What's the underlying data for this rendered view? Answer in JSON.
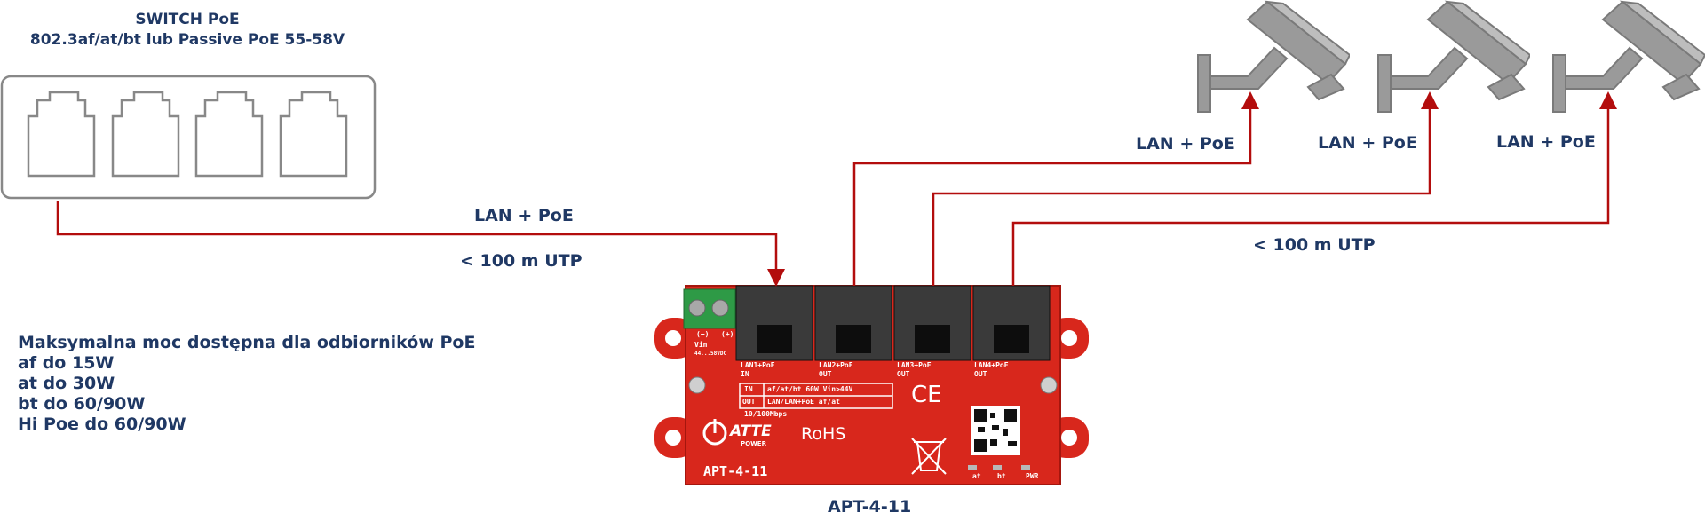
{
  "switch": {
    "title": "SWITCH PoE",
    "subtitle": "802.3af/at/bt lub Passive PoE 55-58V"
  },
  "links": {
    "input_label": "LAN + PoE",
    "input_distance": "< 100 m UTP",
    "camera_label": "LAN + PoE",
    "output_distance": "< 100 m UTP"
  },
  "power_info": {
    "heading": "Maksymalna moc dostępna dla odbiorników PoE",
    "lines": [
      "af do 15W",
      "at do 30W",
      "bt do 60/90W",
      "Hi Poe do 60/90W"
    ]
  },
  "device": {
    "name": "APT-4-11",
    "board_model": "APT-4-11",
    "ports": [
      {
        "label": "LAN1+PoE",
        "dir": "IN"
      },
      {
        "label": "LAN2+PoE",
        "dir": "OUT"
      },
      {
        "label": "LAN3+PoE",
        "dir": "OUT"
      },
      {
        "label": "LAN4+PoE",
        "dir": "OUT"
      }
    ],
    "terminal_minus": "(−)",
    "terminal_plus": "(+)",
    "vin": "Vin",
    "vin_range": "44...58VDC",
    "table_in_key": "IN",
    "table_in_val": "af/at/bt 60W Vin>44V",
    "table_out_key": "OUT",
    "table_out_val": "LAN/LAN+PoE af/at",
    "speed": "10/100Mbps",
    "ce": "CE",
    "rohs": "RoHS",
    "brand": "ATTE",
    "brand_sub": "POWER",
    "leds": [
      "at",
      "bt",
      "PWR"
    ]
  },
  "colors": {
    "wire": "#b30d0d",
    "text": "#1f3864",
    "board": "#d8271c",
    "camera": "#9a9a9a"
  },
  "icons": [
    "switch-port-icon",
    "camera-icon",
    "rj45-jack-icon",
    "qr-code-icon",
    "weee-bin-icon"
  ]
}
